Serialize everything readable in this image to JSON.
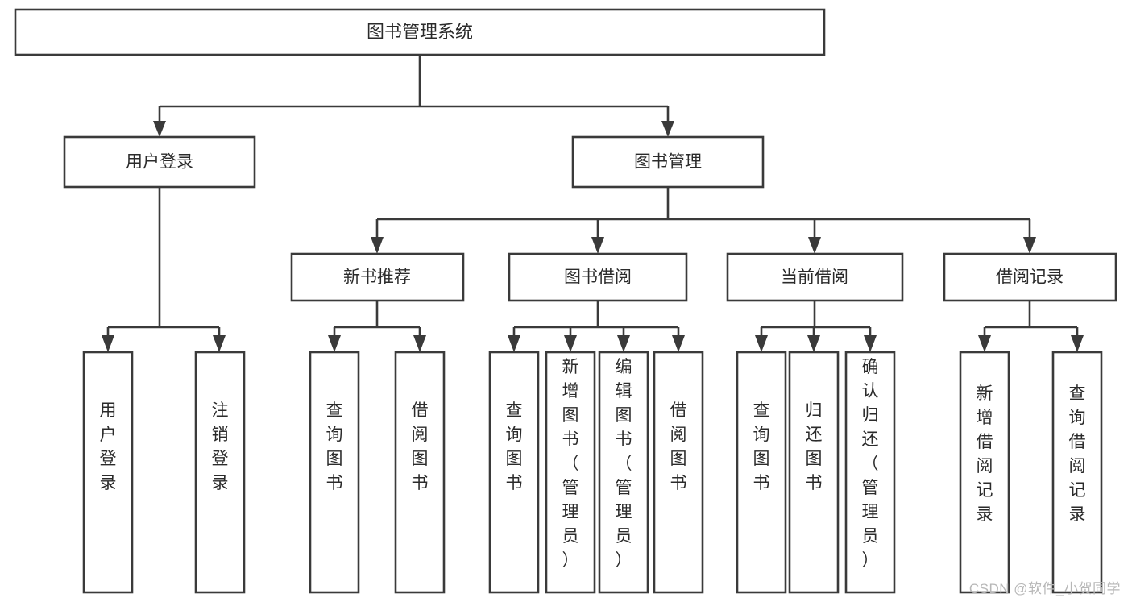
{
  "diagram": {
    "title": "图书管理系统",
    "type": "tree",
    "colors": {
      "box_stroke": "#3a3a3a",
      "box_fill": "#ffffff",
      "text": "#2b2b2b",
      "background": "#ffffff",
      "watermark": "#b7b7b7"
    },
    "root": {
      "label": "图书管理系统",
      "id": "root-library-management-system"
    },
    "level2": [
      {
        "id": "node-user-login",
        "label": "用户登录"
      },
      {
        "id": "node-book-management",
        "label": "图书管理"
      }
    ],
    "level3": [
      {
        "id": "node-new-book-recommend",
        "label": "新书推荐",
        "parent": "node-book-management"
      },
      {
        "id": "node-book-borrow",
        "label": "图书借阅",
        "parent": "node-book-management"
      },
      {
        "id": "node-current-borrow",
        "label": "当前借阅",
        "parent": "node-book-management"
      },
      {
        "id": "node-borrow-record",
        "label": "借阅记录",
        "parent": "node-book-management"
      }
    ],
    "leaves": {
      "node-user-login": [
        {
          "id": "leaf-user-login",
          "label": "用户登录"
        },
        {
          "id": "leaf-logout-login",
          "label": "注销登录"
        }
      ],
      "node-new-book-recommend": [
        {
          "id": "leaf-query-book-1",
          "label": "查询图书"
        },
        {
          "id": "leaf-borrow-book-1",
          "label": "借阅图书"
        }
      ],
      "node-book-borrow": [
        {
          "id": "leaf-query-book-2",
          "label": "查询图书"
        },
        {
          "id": "leaf-add-book-admin",
          "label": "新增图书（管理员）"
        },
        {
          "id": "leaf-edit-book-admin",
          "label": "编辑图书（管理员）"
        },
        {
          "id": "leaf-borrow-book-2",
          "label": "借阅图书"
        }
      ],
      "node-current-borrow": [
        {
          "id": "leaf-query-book-3",
          "label": "查询图书"
        },
        {
          "id": "leaf-return-book",
          "label": "归还图书"
        },
        {
          "id": "leaf-confirm-return-admin",
          "label": "确认归还（管理员）"
        }
      ],
      "node-borrow-record": [
        {
          "id": "leaf-add-borrow-record",
          "label": "新增借阅记录"
        },
        {
          "id": "leaf-query-borrow-record",
          "label": "查询借阅记录"
        }
      ]
    },
    "watermark": "CSDN @软件_小贺同学"
  }
}
